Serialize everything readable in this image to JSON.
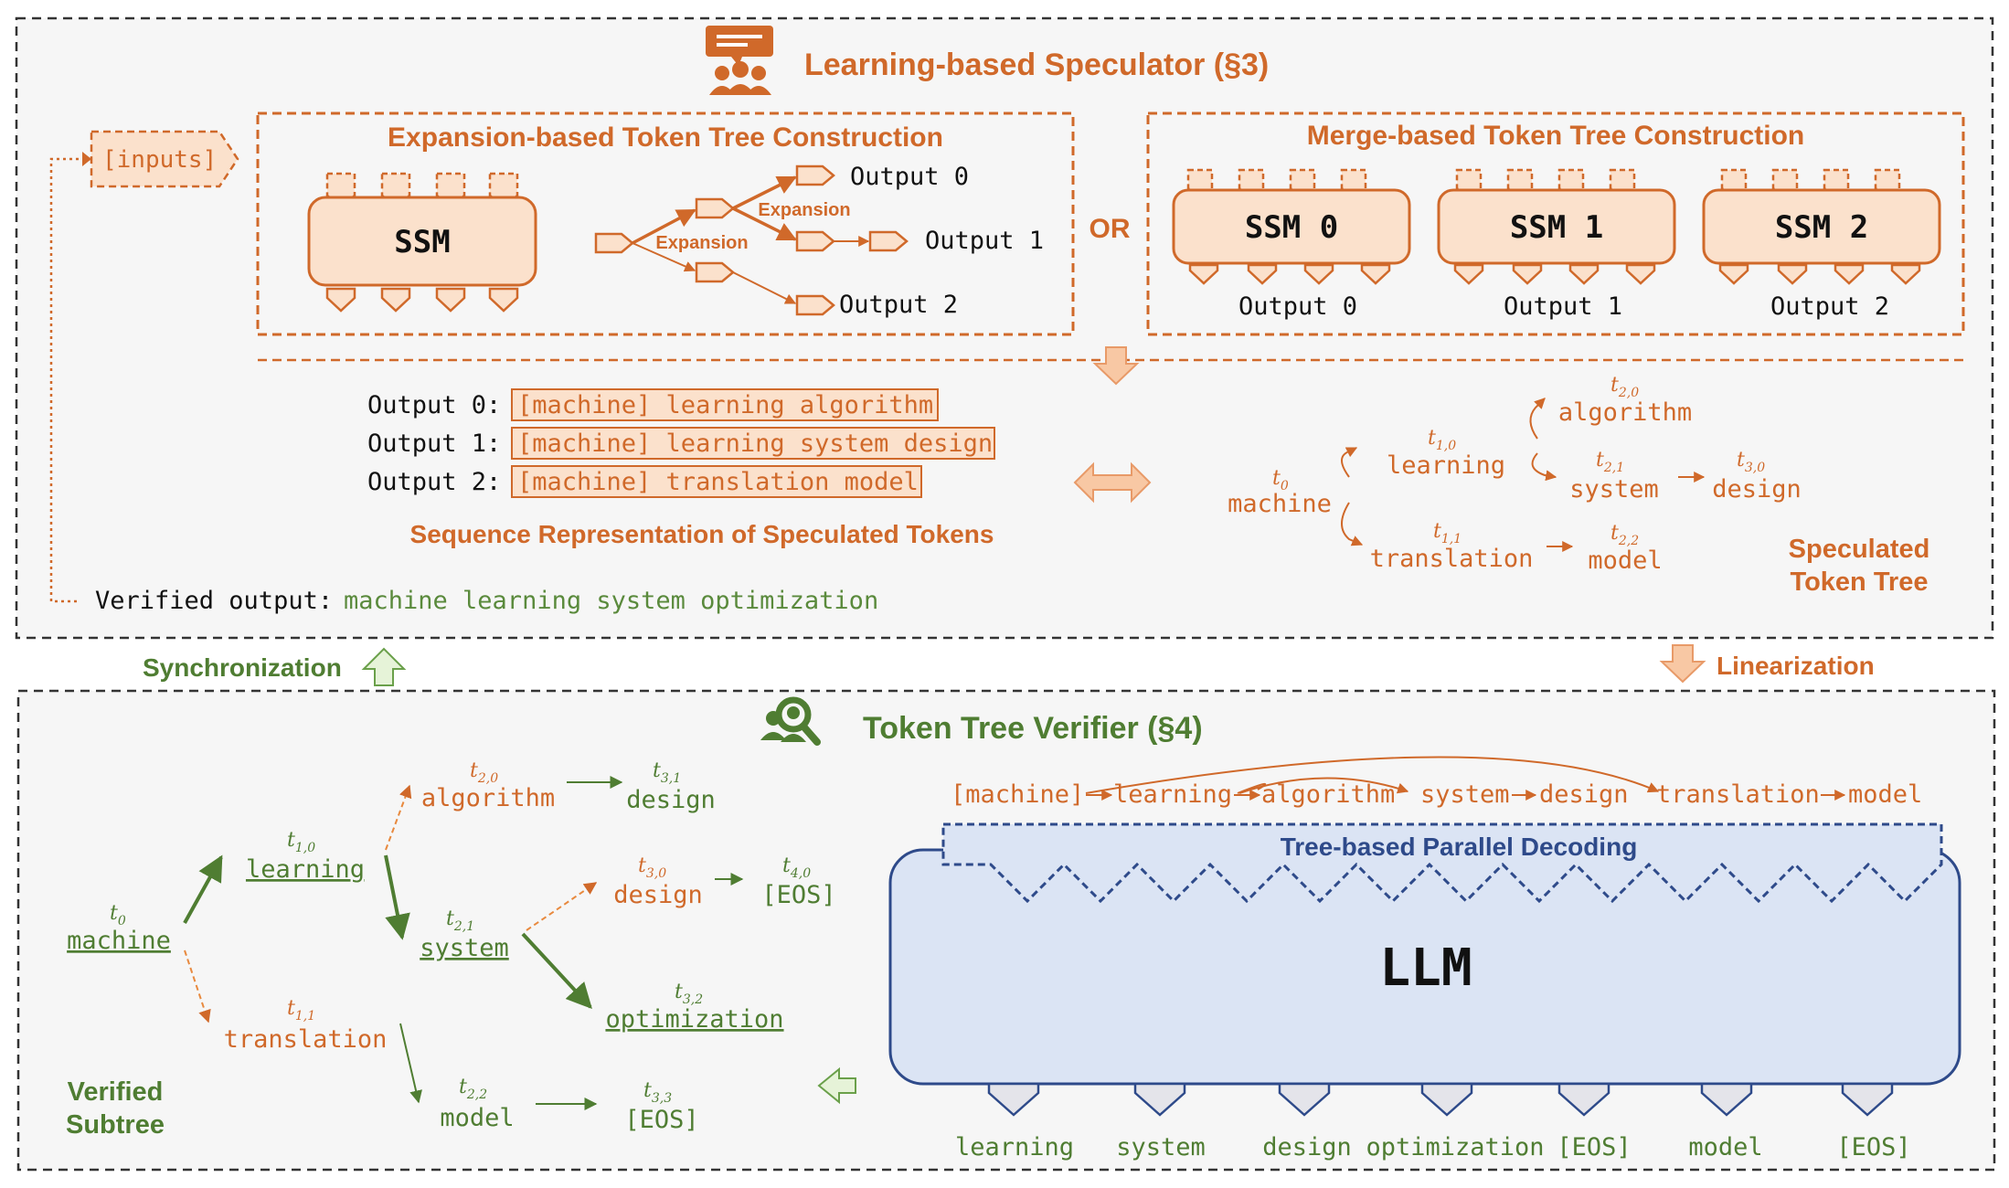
{
  "colors": {
    "orange": "#d0692a",
    "orange_fill": "#fbe1cc",
    "green": "#5a8a3c",
    "blue": "#2e4a8a",
    "blue_fill": "#dbe4f4",
    "panel_bg": "#f6f6f6"
  },
  "speculator": {
    "title": "Learning-based Speculator (§3)",
    "icon": "presentation-group-icon",
    "inputs_label": "[inputs]",
    "or_label": "OR",
    "expansion": {
      "title": "Expansion-based Token Tree Construction",
      "ssm_label": "SSM",
      "edge_label_1": "Expansion",
      "edge_label_2": "Expansion",
      "outputs": [
        "Output 0",
        "Output 1",
        "Output 2"
      ]
    },
    "merge": {
      "title": "Merge-based Token Tree Construction",
      "ssms": [
        "SSM 0",
        "SSM 1",
        "SSM 2"
      ],
      "outputs": [
        "Output 0",
        "Output 1",
        "Output 2"
      ]
    },
    "sequence": {
      "labels": [
        "Output 0:",
        "Output 1:",
        "Output 2:"
      ],
      "sequences": [
        "[machine] learning algorithm",
        "[machine] learning system design",
        "[machine] translation model"
      ],
      "caption": "Sequence Representation of Speculated Tokens"
    },
    "spec_tree": {
      "caption_line1": "Speculated",
      "caption_line2": "Token Tree",
      "nodes": [
        {
          "sym": "t",
          "sub": "0",
          "word": "machine"
        },
        {
          "sym": "t",
          "sub": "1,0",
          "word": "learning"
        },
        {
          "sym": "t",
          "sub": "1,1",
          "word": "translation"
        },
        {
          "sym": "t",
          "sub": "2,0",
          "word": "algorithm"
        },
        {
          "sym": "t",
          "sub": "2,1",
          "word": "system"
        },
        {
          "sym": "t",
          "sub": "2,2",
          "word": "model"
        },
        {
          "sym": "t",
          "sub": "3,0",
          "word": "design"
        }
      ]
    },
    "verified_prefix": "Verified output:",
    "verified_text": "machine learning system optimization"
  },
  "flow": {
    "sync_label": "Synchronization",
    "linear_label": "Linearization"
  },
  "verifier": {
    "title": "Token Tree Verifier (§4)",
    "icon": "magnifier-group-icon",
    "linear_tokens": [
      "[machine]",
      "learning",
      "algorithm",
      "system",
      "design",
      "translation",
      "model"
    ],
    "decoding_label": "Tree-based Parallel Decoding",
    "llm_label": "LLM",
    "llm_outputs": [
      "learning",
      "system",
      "design",
      "optimization",
      "[EOS]",
      "model",
      "[EOS]"
    ],
    "subtree_caption_line1": "Verified",
    "subtree_caption_line2": "Subtree",
    "tree_nodes": [
      {
        "sym": "t",
        "sub": "0",
        "word": "machine"
      },
      {
        "sym": "t",
        "sub": "1,0",
        "word": "learning"
      },
      {
        "sym": "t",
        "sub": "1,1",
        "word": "translation"
      },
      {
        "sym": "t",
        "sub": "2,0",
        "word": "algorithm"
      },
      {
        "sym": "t",
        "sub": "2,1",
        "word": "system"
      },
      {
        "sym": "t",
        "sub": "2,2",
        "word": "model"
      },
      {
        "sym": "t",
        "sub": "3,0",
        "word": "design"
      },
      {
        "sym": "t",
        "sub": "3,1",
        "word": "design"
      },
      {
        "sym": "t",
        "sub": "3,2",
        "word": "optimization"
      },
      {
        "sym": "t",
        "sub": "3,3",
        "word": "[EOS]"
      },
      {
        "sym": "t",
        "sub": "4,0",
        "word": "[EOS]"
      }
    ]
  }
}
